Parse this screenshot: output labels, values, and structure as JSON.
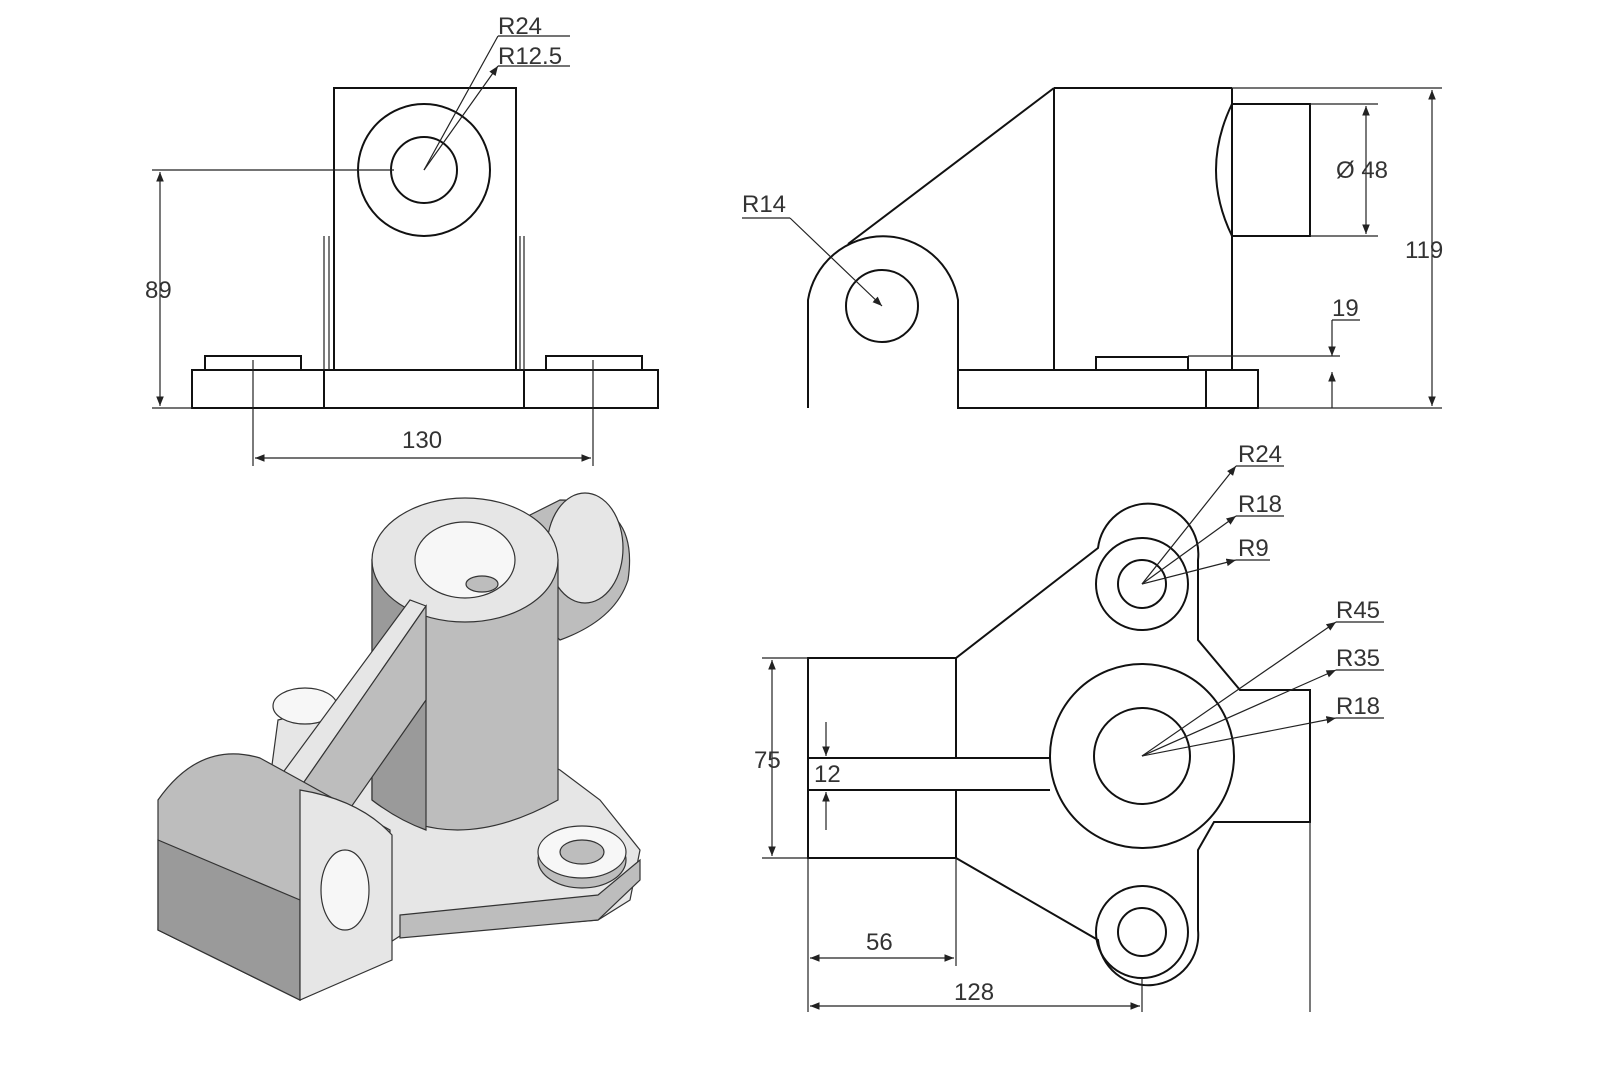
{
  "views": {
    "front": {
      "R_outer": "R24",
      "R_inner": "R12.5",
      "height": "89",
      "width": "130"
    },
    "side": {
      "radius": "R14",
      "diameter": "Ø 48",
      "total_height": "119",
      "base": "19"
    },
    "top": {
      "r_ear_outer": "R24",
      "r_ear_mid": "R18",
      "r_ear_inner": "R9",
      "r_boss_outer": "R45",
      "r_boss_mid": "R35",
      "r_boss_inner": "R18",
      "block_height": "75",
      "slot_width": "12",
      "block_len": "56",
      "total_len": "128"
    }
  }
}
